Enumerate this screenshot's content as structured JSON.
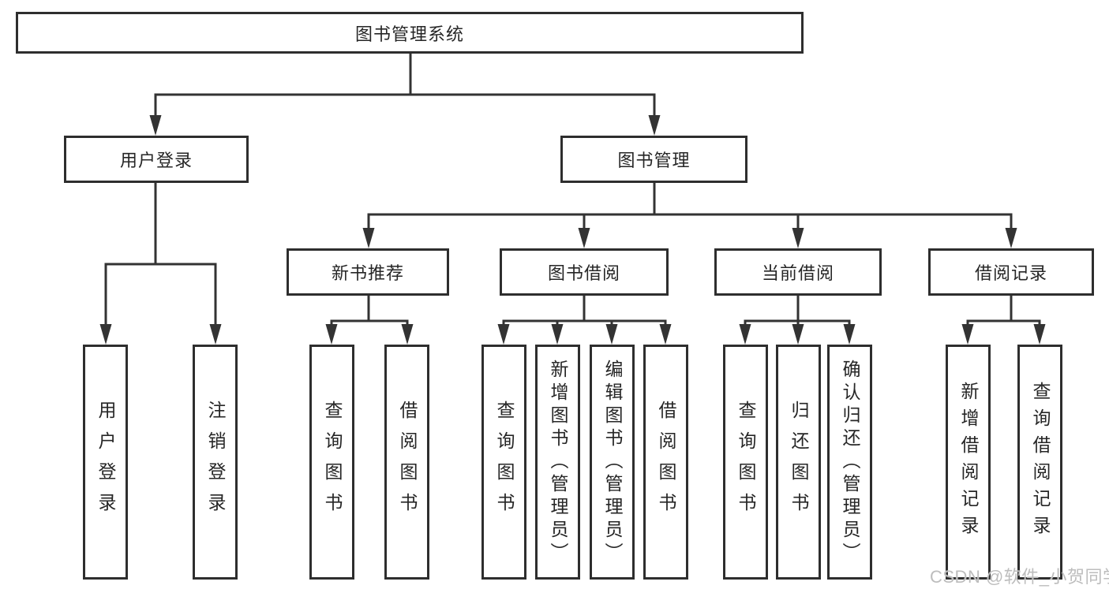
{
  "diagram": {
    "root_label": "图书管理系统",
    "user_login": {
      "label": "用户登录",
      "children": {
        "login": "用户登录",
        "logout": "注销登录"
      }
    },
    "book_mgmt": {
      "label": "图书管理",
      "new_book_rec": {
        "label": "新书推荐",
        "children": {
          "query_book": "查询图书",
          "borrow_book": "借阅图书"
        }
      },
      "book_borrow": {
        "label": "图书借阅",
        "children": {
          "query_book": "查询图书",
          "add_book": "新增图书（管理员）",
          "edit_book": "编辑图书（管理员）",
          "borrow_book": "借阅图书"
        }
      },
      "current_borrow": {
        "label": "当前借阅",
        "children": {
          "query_book": "查询图书",
          "return_book": "归还图书",
          "confirm_return": "确认归还（管理员）"
        }
      },
      "borrow_records": {
        "label": "借阅记录",
        "children": {
          "add_record": "新增借阅记录",
          "query_record": "查询借阅记录"
        }
      }
    }
  },
  "watermark": "CSDN @软件_小贺同学",
  "colors": {
    "line": "#333333",
    "border": "#2e2e2e",
    "text": "#262626",
    "watermark_text": "#bdbdbd",
    "background": "#ffffff"
  }
}
